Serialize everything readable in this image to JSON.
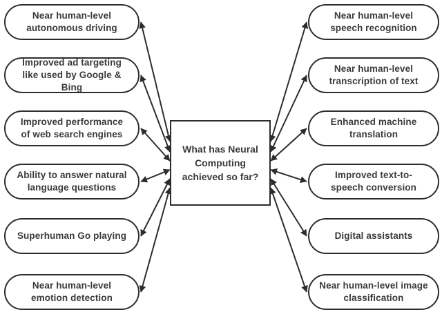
{
  "diagram": {
    "title": "Neural computing achievements mind map",
    "center": {
      "label": "What has Neural Computing achieved so far?"
    },
    "left_nodes": [
      {
        "label": "Near human-level autonomous driving"
      },
      {
        "label": "Improved ad targeting like used by Google & Bing"
      },
      {
        "label": "Improved performance of web search engines"
      },
      {
        "label": "Ability to answer natural language questions"
      },
      {
        "label": "Superhuman Go playing"
      },
      {
        "label": "Near human-level emotion detection"
      }
    ],
    "right_nodes": [
      {
        "label": "Near human-level speech recognition"
      },
      {
        "label": "Near human-level transcription of text"
      },
      {
        "label": "Enhanced machine translation"
      },
      {
        "label": "Improved text-to-speech conversion"
      },
      {
        "label": "Digital assistants"
      },
      {
        "label": "Near human-level image classification"
      }
    ],
    "colors": {
      "stroke": "#2d2d2d",
      "text": "#3a3a3a",
      "background": "#ffffff"
    }
  }
}
